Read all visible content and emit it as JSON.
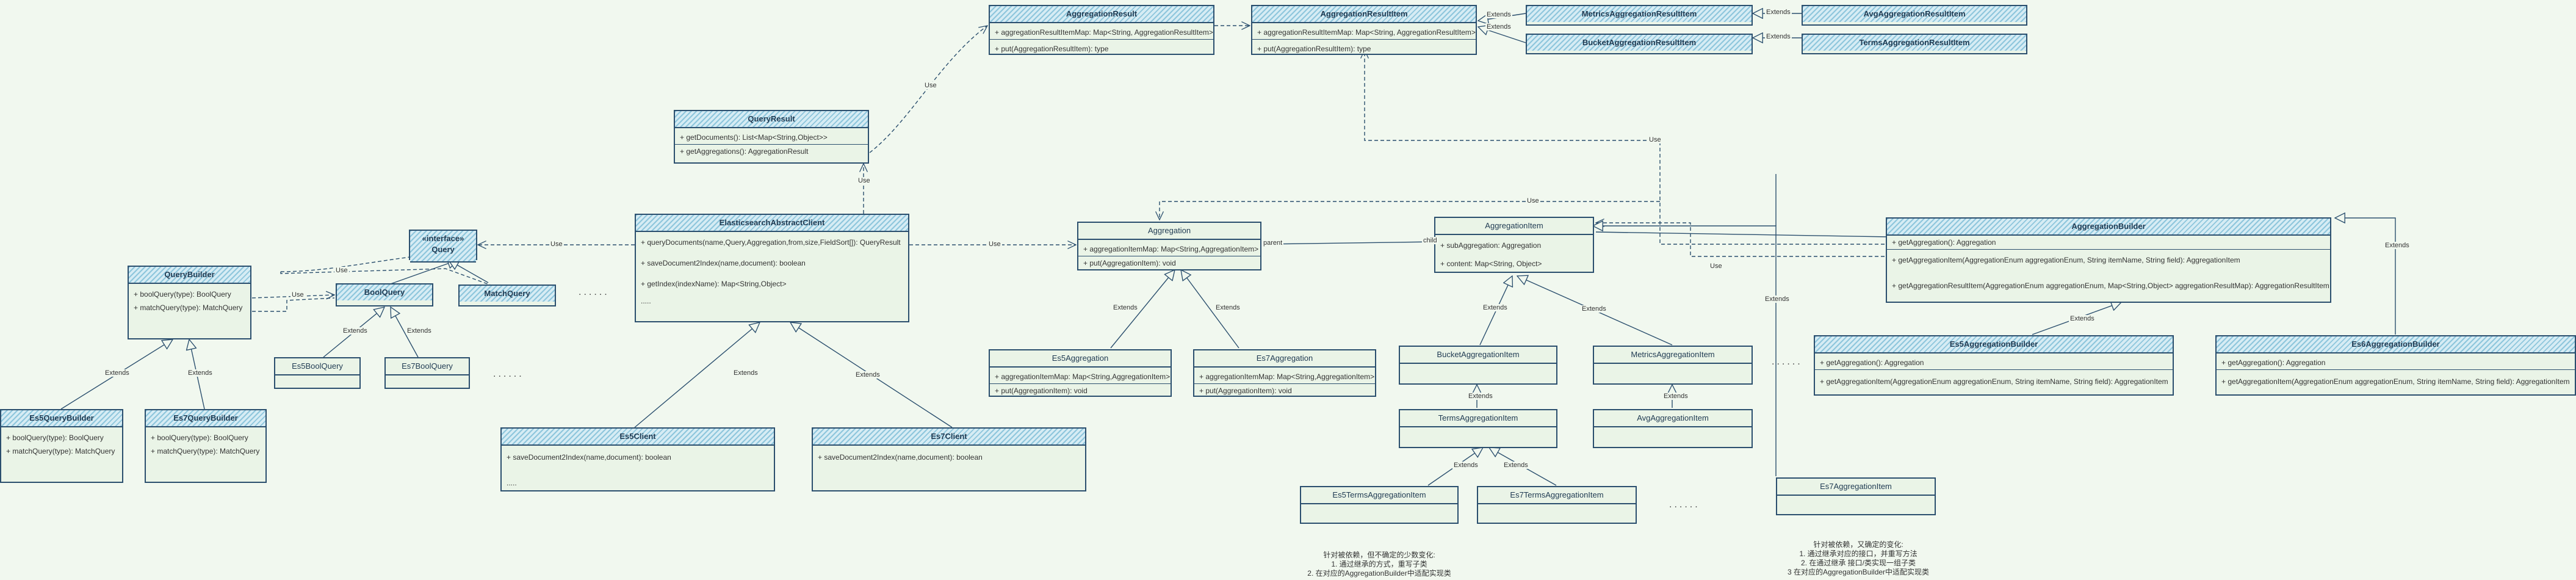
{
  "classes": {
    "query": {
      "title": "«interface»\nQuery"
    },
    "bool_query": {
      "title": "BoolQuery"
    },
    "match_query": {
      "title": "MatchQuery"
    },
    "query_builder": {
      "title": "QueryBuilder",
      "methods": [
        "+ boolQuery(type): BoolQuery",
        "+ matchQuery(type): MatchQuery"
      ]
    },
    "es5_query_builder": {
      "title": "Es5QueryBuilder",
      "methods": [
        "+ boolQuery(type): BoolQuery",
        "+ matchQuery(type): MatchQuery"
      ]
    },
    "es7_query_builder": {
      "title": "Es7QueryBuilder",
      "methods": [
        "+ boolQuery(type): BoolQuery",
        "+ matchQuery(type): MatchQuery"
      ]
    },
    "es5_bool_query": {
      "title": "Es5BoolQuery"
    },
    "es7_bool_query": {
      "title": "Es7BoolQuery"
    },
    "query_result": {
      "title": "QueryResult",
      "methods": [
        "+ getDocuments(): List<Map<String,Object>>",
        "+ getAggregations(): AggregationResult"
      ]
    },
    "es_abstract_client": {
      "title": "ElasticsearchAbstractClient",
      "methods": [
        "+ queryDocuments(name,Query,Aggregation,from,size,FieldSort[]): QueryResult",
        "+ saveDocument2Index(name,document): boolean",
        "+ getIndex(indexName): Map<String,Object>"
      ],
      "more": "....."
    },
    "es5_client": {
      "title": "Es5Client",
      "methods": [
        "+ saveDocument2Index(name,document): boolean"
      ],
      "more": "....."
    },
    "es7_client": {
      "title": "Es7Client",
      "methods": [
        "+ saveDocument2Index(name,document): boolean"
      ]
    },
    "aggregation_result": {
      "title": "AggregationResult",
      "fields": [
        "+ aggregationResultItemMap: Map<String, AggregationResultItem>"
      ],
      "methods": [
        "+ put(AggregationResultItem): type"
      ]
    },
    "aggregation_result_item": {
      "title": "AggregationResultItem",
      "fields": [
        "+ aggregationResultItemMap: Map<String, AggregationResultItem>"
      ],
      "methods": [
        "+ put(AggregationResultItem): type"
      ]
    },
    "metrics_agg_result_item": {
      "title": "MetricsAggregationResultItem"
    },
    "bucket_agg_result_item": {
      "title": "BucketAggregationResultItem"
    },
    "avg_agg_result_item": {
      "title": "AvgAggregationResultItem"
    },
    "terms_agg_result_item": {
      "title": "TermsAggregationResultItem"
    },
    "aggregation": {
      "title": "Aggregation",
      "fields": [
        "+ aggregationItemMap: Map<String,AggregationItem>"
      ],
      "methods": [
        "+ put(AggregationItem): void"
      ]
    },
    "es5_aggregation": {
      "title": "Es5Aggregation",
      "fields": [
        "+ aggregationItemMap: Map<String,AggregationItem>"
      ],
      "methods": [
        "+ put(AggregationItem): void"
      ]
    },
    "es7_aggregation": {
      "title": "Es7Aggregation",
      "fields": [
        "+ aggregationItemMap: Map<String,AggregationItem>"
      ],
      "methods": [
        "+ put(AggregationItem): void"
      ]
    },
    "aggregation_item": {
      "title": "AggregationItem",
      "fields": [
        "+ subAggregation: Aggregation",
        "+ content: Map<String, Object>"
      ]
    },
    "bucket_agg_item": {
      "title": "BucketAggregationItem"
    },
    "metrics_agg_item": {
      "title": "MetricsAggregationItem"
    },
    "terms_agg_item": {
      "title": "TermsAggregationItem"
    },
    "avg_agg_item": {
      "title": "AvgAggregationItem"
    },
    "es5_terms_agg_item": {
      "title": "Es5TermsAggregationItem"
    },
    "es7_terms_agg_item": {
      "title": "Es7TermsAggregationItem"
    },
    "es7_agg_item": {
      "title": "Es7AggregationItem"
    },
    "aggregation_builder": {
      "title": "AggregationBuilder",
      "methods": [
        "+ getAggregation(): Aggregation",
        "+ getAggregationItem(AggregationEnum aggregationEnum, String itemName, String field): AggregationItem",
        "+ getAggregationResultItem(AggregationEnum aggregationEnum, Map<String,Object> aggregationResultMap): AggregationResultItem"
      ]
    },
    "es5_agg_builder": {
      "title": "Es5AggregationBuilder",
      "methods": [
        "+ getAggregation(): Aggregation",
        "+ getAggregationItem(AggregationEnum aggregationEnum, String itemName, String field): AggregationItem"
      ]
    },
    "es6_agg_builder": {
      "title": "Es6AggregationBuilder",
      "methods": [
        "+ getAggregation(): Aggregation",
        "+ getAggregationItem(AggregationEnum aggregationEnum, String itemName, String field): AggregationItem"
      ]
    }
  },
  "labels": {
    "use": "Use",
    "extends": "Extends",
    "parent": "parent",
    "child": "child",
    "dots": "......"
  },
  "notes": {
    "note1": "针对被依赖，但不确定的少数变化:\n1. 通过继承的方式，重写子类\n2. 在对应的AggregationBuilder中适配实现类",
    "note2": "针对被依赖，又确定的变化:\n1. 通过继承对应的接口，并重写方法\n2. 在通过继承 接口/类实现一组子类\n3 在对应的AggregationBuilder中适配实现类"
  }
}
